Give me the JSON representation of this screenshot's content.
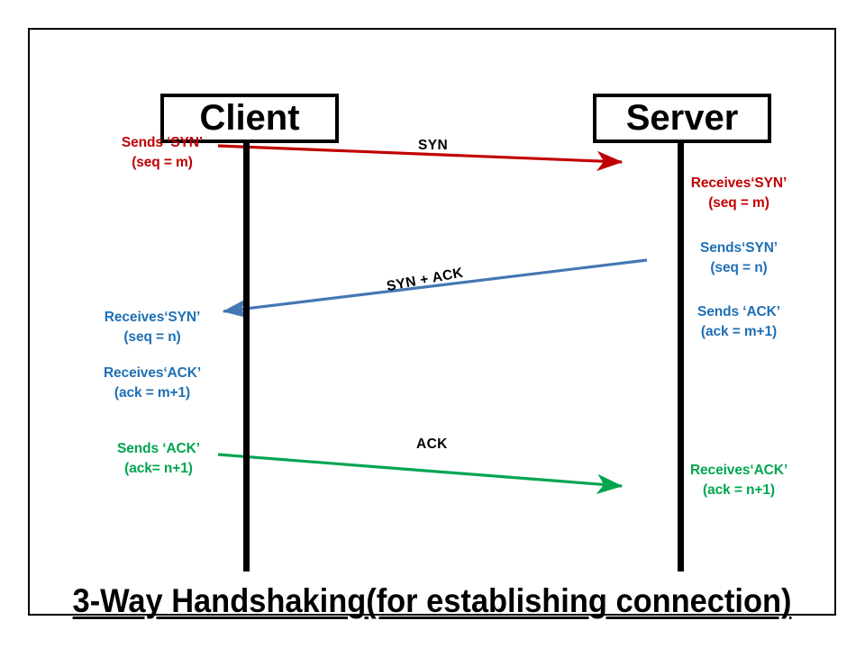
{
  "diagram": {
    "title": "3-Way Handshaking(for establishing connection)",
    "nodes": {
      "client": "Client",
      "server": "Server"
    },
    "colors": {
      "red": "#C00000",
      "blue": "#1F6FB5",
      "green": "#00A550",
      "black": "#000000",
      "background": "#FFFFFF"
    },
    "messages": [
      {
        "label": "SYN",
        "color": "#C00000",
        "direction": "client-to-server",
        "source_note": "Sends ‘SYN’\n(seq = m)",
        "target_note": "Receives‘SYN’\n(seq = m)"
      },
      {
        "label": "SYN + ACK",
        "color": "#1F6FB5",
        "direction": "server-to-client",
        "source_note": "Sends‘SYN’\n(seq = n)",
        "source_note_2": "Sends ‘ACK’\n(ack = m+1)",
        "target_note": "Receives‘SYN’\n(seq = n)",
        "target_note_2": "Receives‘ACK’\n(ack = m+1)"
      },
      {
        "label": "ACK",
        "color": "#00A550",
        "direction": "client-to-server",
        "source_note": "Sends ‘ACK’\n(ack= n+1)",
        "target_note": "Receives‘ACK’\n(ack = n+1)"
      }
    ],
    "annotations": {
      "client_sends_syn": "Sends ‘SYN’\n(seq = m)",
      "server_receives_syn": "Receives‘SYN’\n(seq = m)",
      "server_sends_syn": "Sends‘SYN’\n(seq = n)",
      "server_sends_ack": "Sends ‘ACK’\n(ack = m+1)",
      "client_receives_syn": "Receives‘SYN’\n(seq = n)",
      "client_receives_ack": "Receives‘ACK’\n(ack = m+1)",
      "client_sends_ack": "Sends ‘ACK’\n(ack= n+1)",
      "server_receives_ack": "Receives‘ACK’\n(ack = n+1)"
    },
    "arrow_labels": {
      "syn": "SYN",
      "syn_ack": "SYN + ACK",
      "ack": "ACK"
    }
  }
}
